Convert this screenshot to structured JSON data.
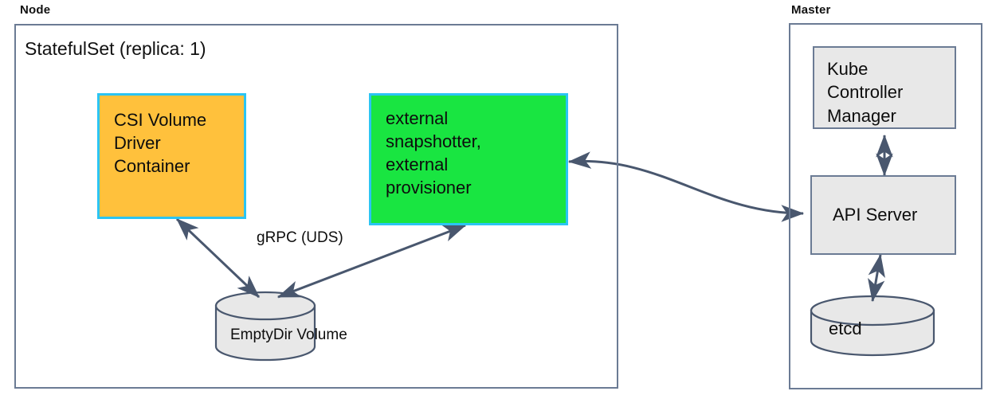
{
  "diagram": {
    "title_node": "Node",
    "title_master": "Master",
    "statefulset_label": "StatefulSet (replica: 1)",
    "colors": {
      "orange_fill": "#ffc13c",
      "green_fill": "#19e541",
      "cyan_border": "#2bc4f3",
      "gray_fill": "#e8e8e8",
      "slate_border": "#6b7b94",
      "arrow": "#49576e",
      "background": "#ffffff"
    },
    "node_group": {
      "label": "Node",
      "boxes": [
        {
          "id": "csi-volume-driver-container",
          "label": "CSI Volume\nDriver\nContainer",
          "fill": "#ffc13c",
          "border": "#2bc4f3"
        },
        {
          "id": "external-snapshotter-provisioner",
          "label": "external\nsnapshotter,\nexternal\nprovisioner",
          "fill": "#19e541",
          "border": "#2bc4f3"
        }
      ],
      "cylinder": {
        "id": "emptydir-volume",
        "label": "EmptyDir Volume",
        "fill": "#e8e8e8",
        "border": "#49576e"
      }
    },
    "master_group": {
      "label": "Master",
      "boxes": [
        {
          "id": "kube-controller-manager",
          "label": "Kube\nController\nManager",
          "fill": "#e8e8e8",
          "border": "#6b7b94"
        },
        {
          "id": "api-server",
          "label": "API Server",
          "fill": "#e8e8e8",
          "border": "#6b7b94"
        }
      ],
      "cylinder": {
        "id": "etcd",
        "label": "etcd",
        "fill": "#e8e8e8",
        "border": "#49576e"
      }
    },
    "edges": [
      {
        "id": "csi-to-emptydir",
        "label": "gRPC (UDS)",
        "from": "csi-volume-driver-container",
        "to": "emptydir-volume",
        "arrowheads": "both"
      },
      {
        "id": "external-to-emptydir",
        "label": "",
        "from": "external-snapshotter-provisioner",
        "to": "emptydir-volume",
        "arrowheads": "both"
      },
      {
        "id": "external-to-apiserver",
        "label": "",
        "from": "external-snapshotter-provisioner",
        "to": "api-server",
        "arrowheads": "both"
      },
      {
        "id": "kcm-to-apiserver",
        "label": "",
        "from": "kube-controller-manager",
        "to": "api-server",
        "arrowheads": "both"
      },
      {
        "id": "apiserver-to-etcd",
        "label": "",
        "from": "api-server",
        "to": "etcd",
        "arrowheads": "both"
      }
    ]
  }
}
